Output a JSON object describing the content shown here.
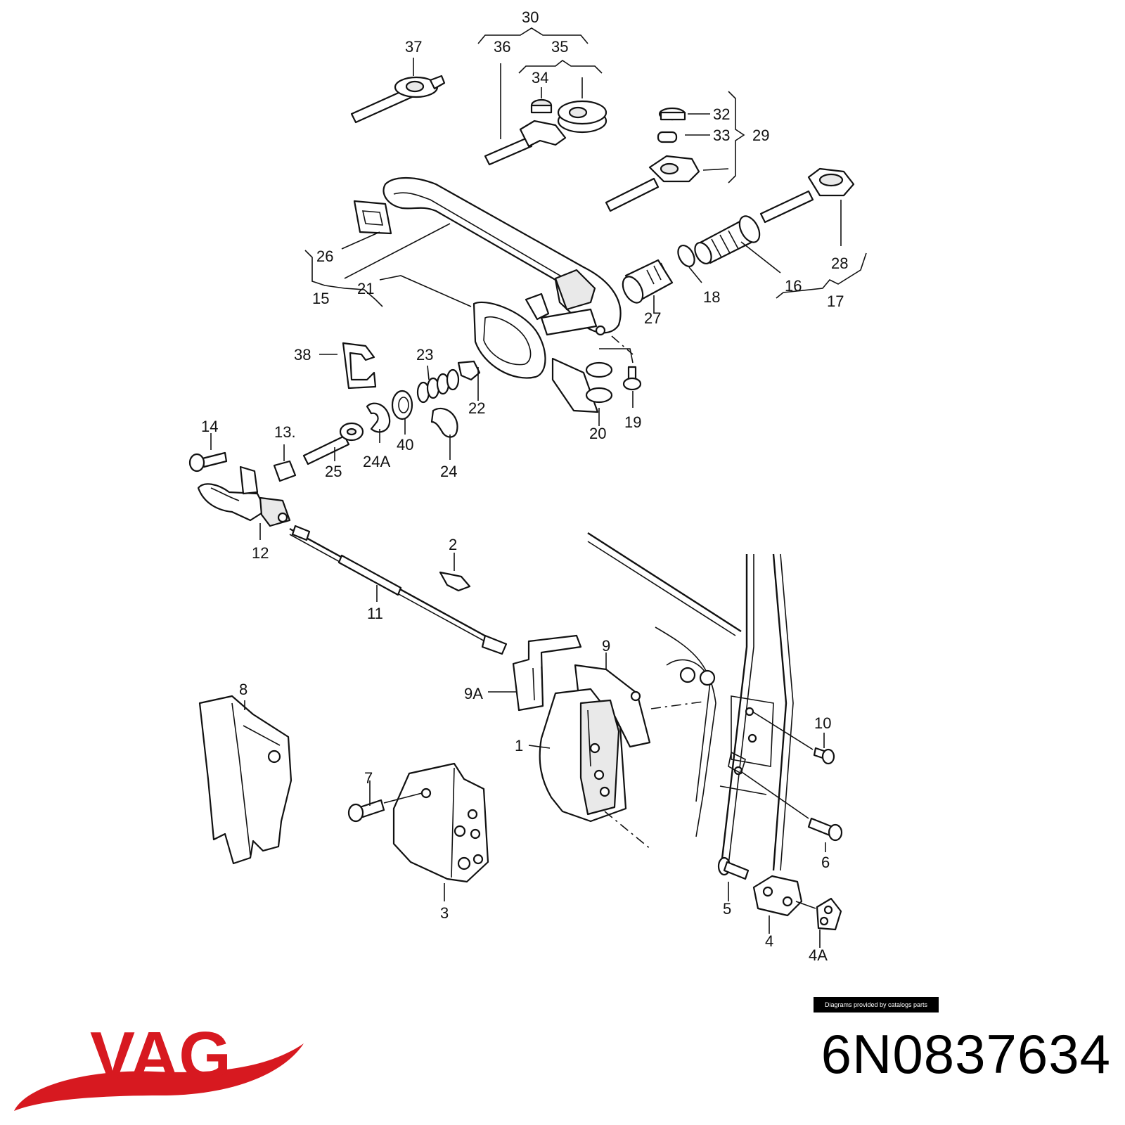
{
  "diagram": {
    "labels": {
      "l1": "1",
      "l2": "2",
      "l3": "3",
      "l4": "4",
      "l4A": "4A",
      "l5": "5",
      "l6": "6",
      "l7": "7",
      "l8": "8",
      "l9": "9",
      "l9A": "9A",
      "l10": "10",
      "l11": "11",
      "l12": "12",
      "l13": "13.",
      "l14": "14",
      "l15": "15",
      "l16": "16",
      "l17": "17",
      "l18": "18",
      "l19": "19",
      "l20": "20",
      "l21": "21",
      "l22": "22",
      "l23": "23",
      "l24": "24",
      "l24A": "24A",
      "l25": "25",
      "l26": "26",
      "l27": "27",
      "l28": "28",
      "l29": "29",
      "l30": "30",
      "l32": "32",
      "l33": "33",
      "l34": "34",
      "l35": "35",
      "l36": "36",
      "l37": "37",
      "l38": "38",
      "l40": "40"
    }
  },
  "credit": "Diagrams provided by catalogs parts",
  "brand": {
    "logo_text": "VAG",
    "logo_color": "#d71920"
  },
  "part_number": "6N0837634"
}
